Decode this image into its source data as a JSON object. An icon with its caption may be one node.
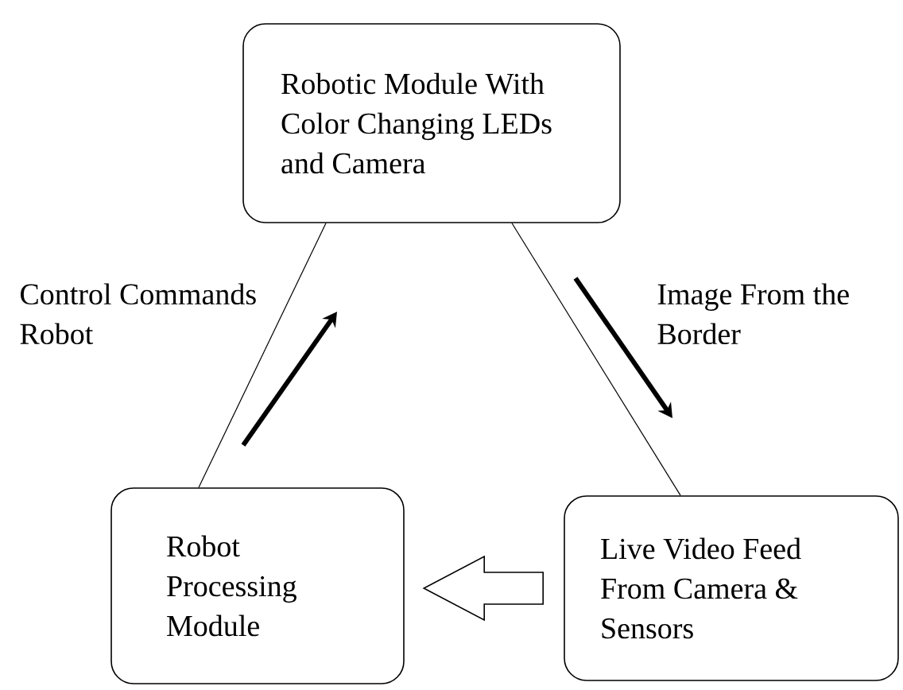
{
  "diagram": {
    "nodes": [
      {
        "text": [
          "Robotic Module With Color Changing LEDs and Camera"
        ]
      },
      {
        "text": [
          "Robot Processing Module"
        ]
      },
      {
        "text": [
          "Live Video Feed From Camera & Sensors"
        ]
      }
    ],
    "edges": [
      {
        "from": 0,
        "to": 1,
        "arrow": "none",
        "label": "Control Commands Robot"
      },
      {
        "from": 0,
        "to": 2,
        "arrow": "none",
        "label": "Image From the Border"
      },
      {
        "from": 2,
        "to": 1,
        "arrow": "to",
        "style": "thick"
      }
    ]
  }
}
